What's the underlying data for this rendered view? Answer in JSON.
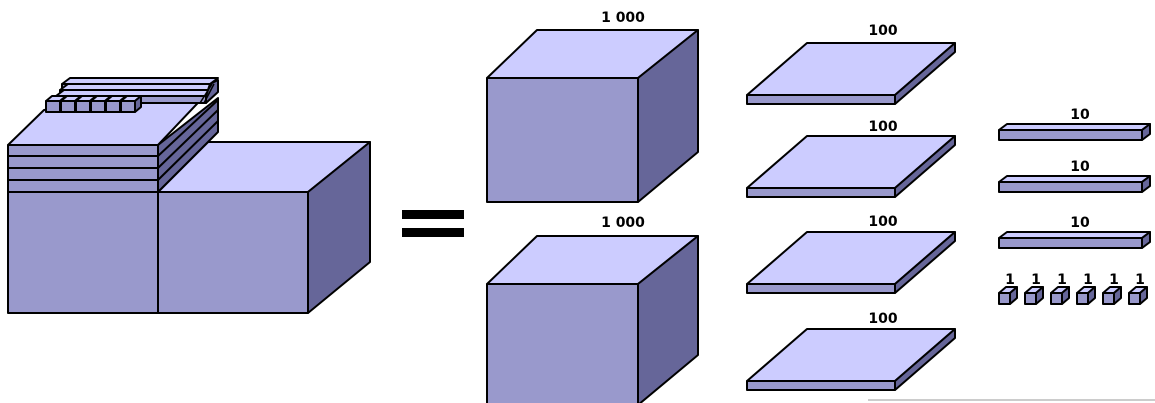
{
  "colors": {
    "top": "#ccccff",
    "front": "#9999cc",
    "side": "#666699",
    "outline": "#000000"
  },
  "labels": {
    "thousands": [
      "1 000",
      "1 000"
    ],
    "hundreds": [
      "100",
      "100",
      "100",
      "100"
    ],
    "tens": [
      "10",
      "10",
      "10"
    ],
    "ones": [
      "1",
      "1",
      "1",
      "1",
      "1",
      "1"
    ]
  }
}
